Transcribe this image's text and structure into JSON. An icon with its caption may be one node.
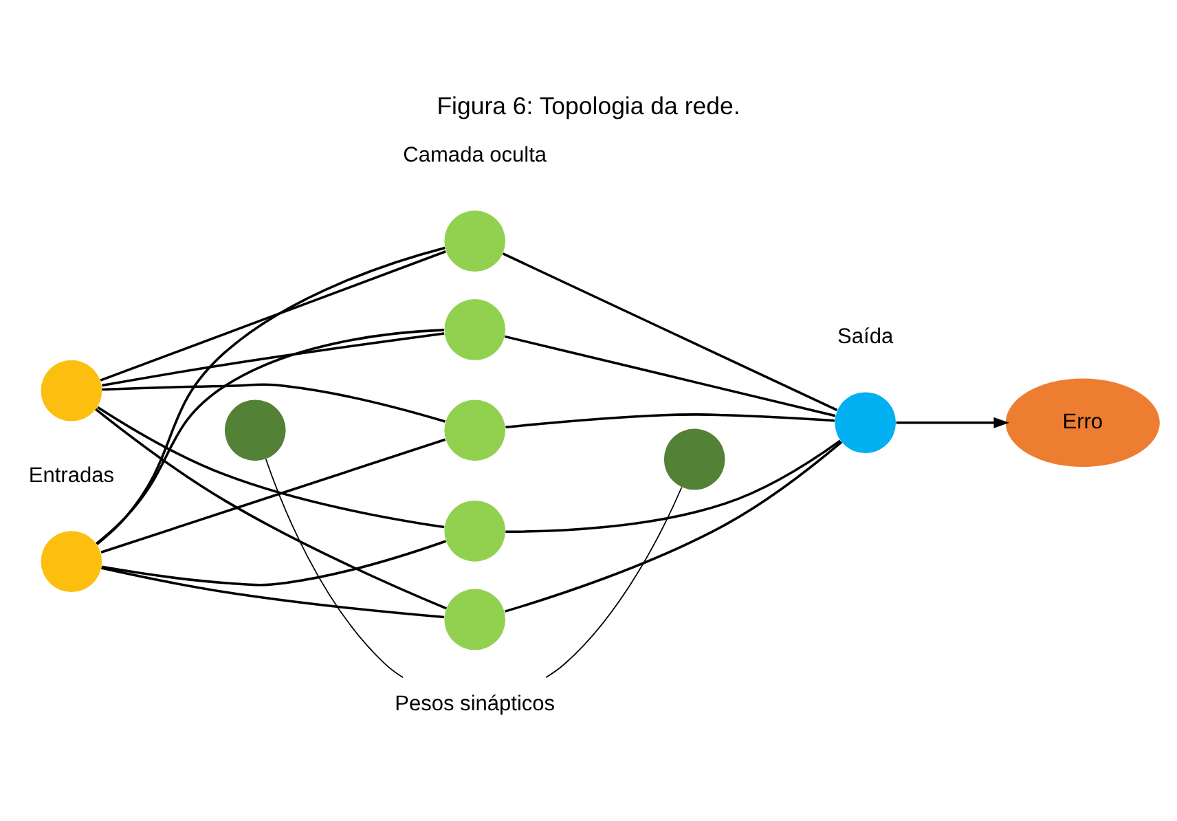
{
  "diagram": {
    "title": "Figura 6: Topologia da rede.",
    "nodes": [
      {
        "text": [],
        "shape": "circle"
      },
      {
        "text": [],
        "shape": "circle"
      },
      {
        "text": [],
        "shape": "circle"
      },
      {
        "text": [],
        "shape": "circle"
      },
      {
        "text": [],
        "shape": "circle"
      },
      {
        "text": [],
        "shape": "circle"
      },
      {
        "text": [],
        "shape": "circle"
      },
      {
        "text": [],
        "shape": "circle"
      },
      {
        "text": [],
        "shape": "circle"
      },
      {
        "text": [],
        "shape": "circle",
        "beside": [
          "Saída"
        ]
      },
      {
        "text": [
          "Erro"
        ]
      },
      {
        "text": [
          "Pesos sinápticos"
        ]
      }
    ],
    "edges": [
      {
        "from": 0,
        "to": 3,
        "arrow": "none"
      },
      {
        "from": 0,
        "to": 4,
        "arrow": "none"
      },
      {
        "from": 0,
        "to": 5,
        "arrow": "none"
      },
      {
        "from": 0,
        "to": 6,
        "arrow": "none"
      },
      {
        "from": 0,
        "to": 7,
        "arrow": "none"
      },
      {
        "from": 1,
        "to": 3,
        "arrow": "none"
      },
      {
        "from": 1,
        "to": 4,
        "arrow": "none"
      },
      {
        "from": 1,
        "to": 5,
        "arrow": "none"
      },
      {
        "from": 1,
        "to": 6,
        "arrow": "none"
      },
      {
        "from": 1,
        "to": 7,
        "arrow": "none"
      },
      {
        "from": 3,
        "to": 9,
        "arrow": "none"
      },
      {
        "from": 4,
        "to": 9,
        "arrow": "none"
      },
      {
        "from": 5,
        "to": 9,
        "arrow": "none"
      },
      {
        "from": 6,
        "to": 9,
        "arrow": "none"
      },
      {
        "from": 7,
        "to": 9,
        "arrow": "none"
      },
      {
        "from": 9,
        "to": 10,
        "arrow": "to"
      },
      {
        "from": 11,
        "to": 2,
        "arrow": "none"
      },
      {
        "from": 11,
        "to": 8,
        "arrow": "none"
      }
    ],
    "labels": [
      "Camada oculta",
      "Entradas"
    ]
  }
}
